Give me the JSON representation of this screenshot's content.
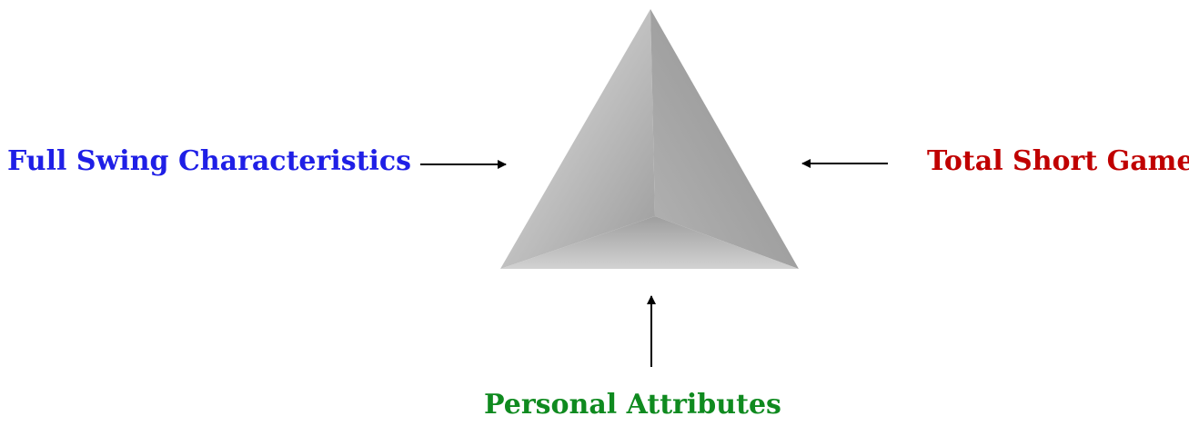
{
  "diagram": {
    "labels": {
      "left": "Full Swing Characteristics",
      "right": "Total Short Game",
      "bottom": "Personal Attributes"
    },
    "colors": {
      "left_label": "#1f1fe6",
      "right_label": "#c00000",
      "bottom_label": "#0f8a1f",
      "pyramid_light": "#e0e0e0",
      "pyramid_mid": "#a8a8a8",
      "pyramid_dark": "#8a8a8a",
      "arrow": "#000000"
    },
    "center_shape": "triangular-pyramid"
  }
}
